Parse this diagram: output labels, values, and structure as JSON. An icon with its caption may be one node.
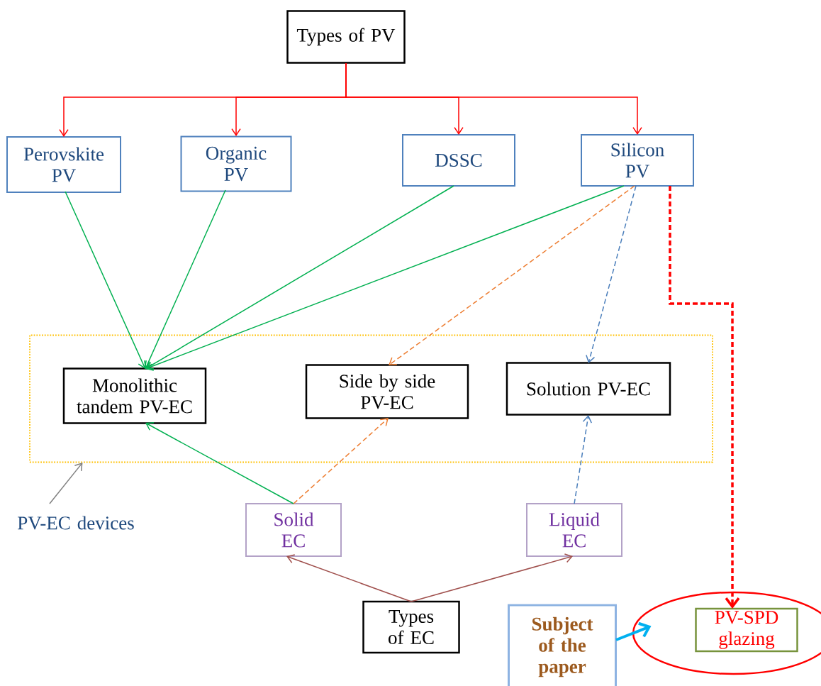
{
  "diagram": {
    "nodes": [
      {
        "text": [
          "Types of PV"
        ]
      },
      {
        "text": [
          "Perovskite PV"
        ]
      },
      {
        "text": [
          "Organic PV"
        ]
      },
      {
        "text": [
          "DSSC"
        ]
      },
      {
        "text": [
          "Silicon PV"
        ]
      },
      {
        "text": [],
        "shape": "box"
      },
      {
        "text": [
          "Monolithic tandem PV-EC"
        ],
        "in": 5
      },
      {
        "text": [
          "Side by side PV-EC"
        ],
        "in": 5
      },
      {
        "text": [
          "Solution PV-EC"
        ],
        "in": 5
      },
      {
        "text": [
          "PV-EC devices"
        ]
      },
      {
        "text": [
          "Solid EC"
        ]
      },
      {
        "text": [
          "Liquid EC"
        ]
      },
      {
        "text": [
          "Types of EC"
        ]
      },
      {
        "text": [
          "Subject of the paper"
        ]
      },
      {
        "text": [],
        "shape": "circle"
      },
      {
        "text": [
          "PV-SPD glazing"
        ],
        "in": 14
      }
    ],
    "edges": [
      {
        "from": 0,
        "to": 1,
        "arrow": "to",
        "color": "#ff0000"
      },
      {
        "from": 0,
        "to": 2,
        "arrow": "to",
        "color": "#ff0000"
      },
      {
        "from": 0,
        "to": 3,
        "arrow": "to",
        "color": "#ff0000"
      },
      {
        "from": 0,
        "to": 4,
        "arrow": "to",
        "color": "#ff0000"
      },
      {
        "from": 1,
        "to": 6,
        "arrow": "to",
        "color": "#00b050"
      },
      {
        "from": 2,
        "to": 6,
        "arrow": "to",
        "color": "#00b050"
      },
      {
        "from": 3,
        "to": 6,
        "arrow": "to",
        "color": "#00b050"
      },
      {
        "from": 4,
        "to": 6,
        "arrow": "to",
        "color": "#00b050"
      },
      {
        "from": 4,
        "to": 7,
        "arrow": "to",
        "style": "dashed",
        "color": "#ed7d31"
      },
      {
        "from": 4,
        "to": 8,
        "arrow": "to",
        "style": "dashed",
        "color": "#4a7ebb"
      },
      {
        "from": 10,
        "to": 6,
        "arrow": "to",
        "color": "#00b050"
      },
      {
        "from": 10,
        "to": 7,
        "arrow": "to",
        "style": "dashed",
        "color": "#ed7d31"
      },
      {
        "from": 11,
        "to": 8,
        "arrow": "to",
        "style": "dashed",
        "color": "#4a7ebb"
      },
      {
        "from": 12,
        "to": 10,
        "arrow": "to",
        "color": "#a0504d"
      },
      {
        "from": 12,
        "to": 11,
        "arrow": "to",
        "color": "#a0504d"
      },
      {
        "from": 4,
        "to": 15,
        "arrow": "to",
        "style": "dashed",
        "color": "#ff0000"
      },
      {
        "from": 13,
        "to": 14,
        "arrow": "to",
        "style": "thick",
        "color": "#00b0f0"
      },
      {
        "from": 9,
        "to": 5,
        "arrow": "to",
        "color": "#808080"
      }
    ]
  }
}
